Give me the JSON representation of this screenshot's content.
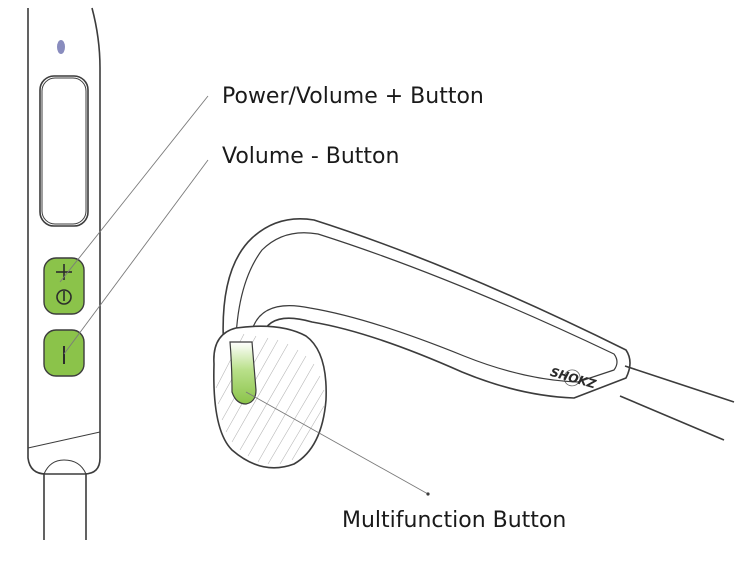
{
  "labels": {
    "power_volume_plus": "Power/Volume + Button",
    "volume_minus": "Volume - Button",
    "multifunction": "Multifunction Button"
  },
  "brand": {
    "logo_text": "SHOKZ"
  },
  "colors": {
    "button_green": "#8bc34a",
    "button_green_light": "#a9d86e",
    "outline": "#3c3c3c",
    "leader_line": "#7a7a7a",
    "text": "#1a1a1a"
  }
}
